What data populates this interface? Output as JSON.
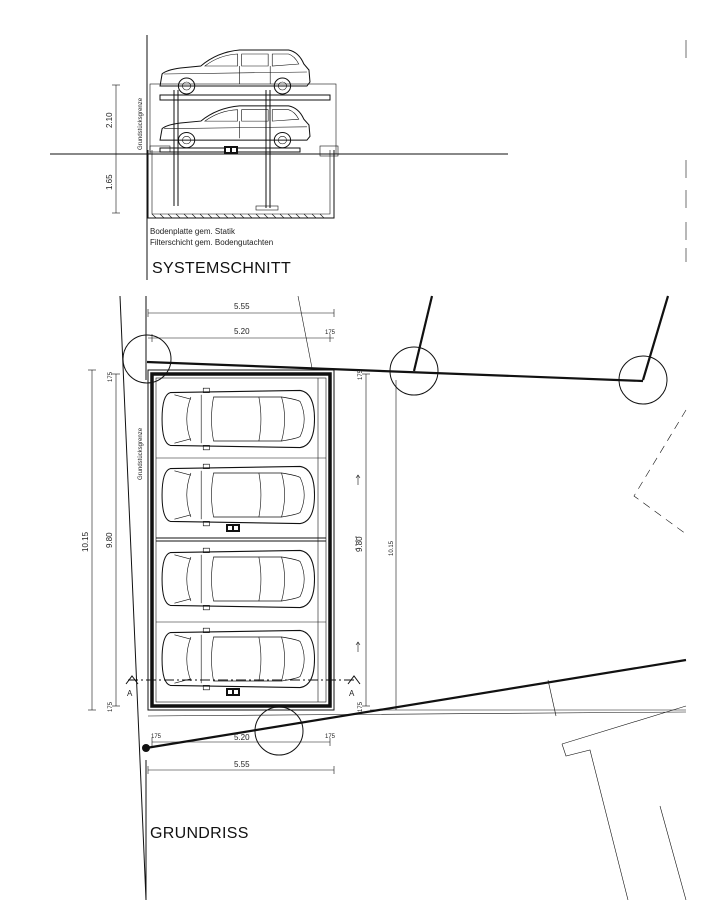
{
  "section": {
    "title": "SYSTEMSCHNITT",
    "dim_upper": "2.10",
    "dim_lower": "1.65",
    "boundary_label": "Grundstücksgrenze",
    "note_line1": "Bodenplatte gem. Statik",
    "note_line2": "Filterschicht gem. Bodengutachten"
  },
  "plan": {
    "title": "GRUNDRISS",
    "dim_width_outer": "5.55",
    "dim_width_inner": "5.20",
    "dim_margin": "175",
    "dim_margin_small": "175",
    "dim_height_outer": "10.15",
    "dim_height_inner": "9.80",
    "dim_height_right": "9.80",
    "dim_height_right2": "10.15",
    "boundary_label": "Grundstücksgrenze",
    "bottom_width_inner": "5.20",
    "bottom_width_outer": "5.55",
    "section_marker": "A",
    "bottom_margin_left": "175",
    "bottom_margin_right": "175"
  }
}
